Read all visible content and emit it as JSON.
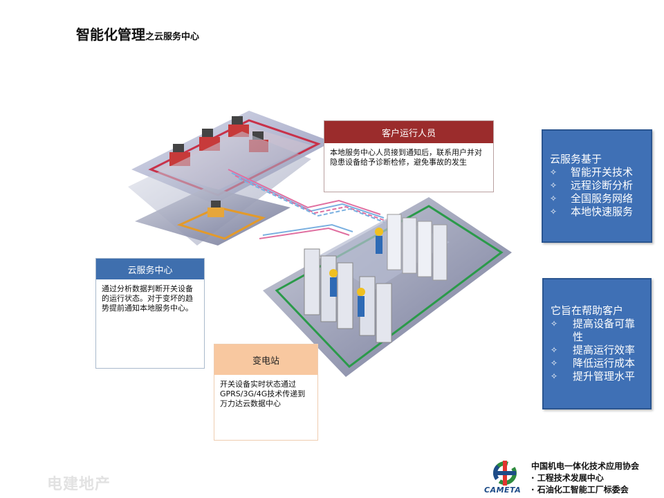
{
  "title": {
    "main": "智能化管理",
    "sub": "之云服务中心"
  },
  "customer": {
    "header": "客户运行人员",
    "body": "本地服务中心人员接到通知后，联系用户并对隐患设备给予诊断检修，避免事故的发生"
  },
  "cloud": {
    "header": "云服务中心",
    "body": "通过分析数据判断开关设备的运行状态。对于变坏的趋势提前通知本地服务中心。"
  },
  "substation": {
    "header": "变电站",
    "body": "开关设备实时状态通过GPRS/3G/4G技术传递到万力达云数据中心"
  },
  "basis": {
    "heading": "云服务基于",
    "bullet": "✧",
    "items": [
      "智能开关技术",
      "远程诊断分析",
      "全国服务网络",
      "本地快速服务"
    ]
  },
  "aims": {
    "heading": "它旨在帮助客户",
    "bullet": "✧",
    "items": [
      "提高设备可靠性",
      "提高运行效率",
      "降低运行成本",
      "提升管理水平"
    ]
  },
  "footer": {
    "ghost": "电建地产",
    "org_name": "中国机电一体化技术应用协会",
    "org_line2": "· 工程技术发展中心",
    "org_line3": "· 石油化工智能工厂标委会",
    "logo_text": "CAMETA"
  },
  "colors": {
    "customer_header": "#9b2c2c",
    "cloud_header": "#3f6fae",
    "substation_header": "#f8c8a0",
    "blue_panel": "#3f70b5"
  }
}
